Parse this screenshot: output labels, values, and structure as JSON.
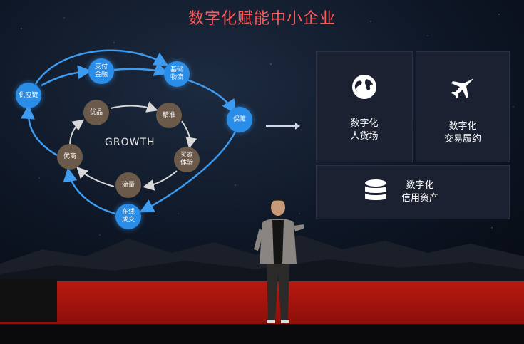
{
  "slide": {
    "title": "数字化赋能中小企业",
    "center_label": "GROWTH",
    "outer_nodes": [
      "供应链",
      "支付\n金融",
      "基础\n物流",
      "保障",
      "在线\n成交"
    ],
    "inner_nodes": [
      "优品",
      "精准",
      "买家\n体验",
      "流量",
      "优商"
    ],
    "panels": [
      {
        "icon": "globe-icon",
        "label": "数字化\n人货场"
      },
      {
        "icon": "airplane-icon",
        "label": "数字化\n交易履约"
      },
      {
        "icon": "database-icon",
        "label": "数字化\n信用资产"
      }
    ]
  },
  "colors": {
    "title": "#ff5a5a",
    "node_blue": "#2a8de8",
    "node_brown": "#6b5a4a",
    "stage": "#b81a10"
  }
}
